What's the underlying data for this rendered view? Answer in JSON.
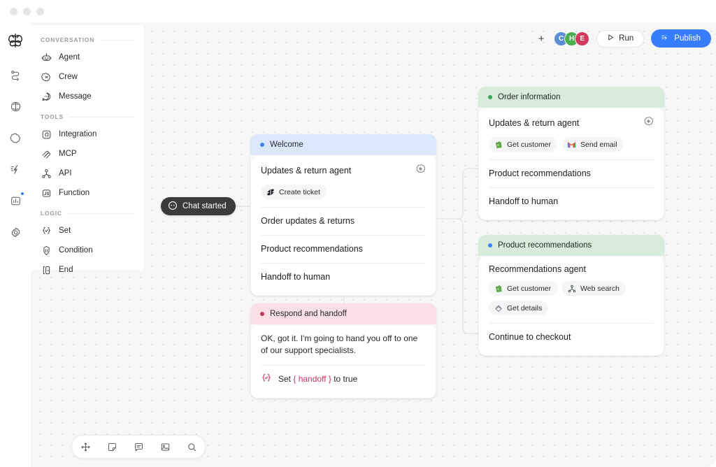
{
  "window": {
    "traffic_lights": [
      "close",
      "minimize",
      "zoom"
    ]
  },
  "rail": {
    "logo_name": "app-logo-icon",
    "items": [
      {
        "name": "flows-icon"
      },
      {
        "name": "knowledge-brain-icon"
      },
      {
        "name": "integrations-puzzle-icon"
      },
      {
        "name": "automations-bolt-icon"
      },
      {
        "name": "analytics-chart-icon",
        "badge": true
      },
      {
        "name": "settings-gear-icon"
      }
    ]
  },
  "sidebar": {
    "groups": [
      {
        "label": "CONVERSATION",
        "items": [
          {
            "label": "Agent",
            "icon": "agent-robot-icon"
          },
          {
            "label": "Crew",
            "icon": "crew-icon"
          },
          {
            "label": "Message",
            "icon": "message-bubble-icon"
          }
        ]
      },
      {
        "label": "TOOLS",
        "items": [
          {
            "label": "Integration",
            "icon": "integration-icon"
          },
          {
            "label": "MCP",
            "icon": "mcp-icon"
          },
          {
            "label": "API",
            "icon": "api-node-icon"
          },
          {
            "label": "Function",
            "icon": "function-js-icon"
          }
        ]
      },
      {
        "label": "LOGIC",
        "items": [
          {
            "label": "Set",
            "icon": "set-braces-icon"
          },
          {
            "label": "Condition",
            "icon": "condition-icon"
          },
          {
            "label": "End",
            "icon": "end-door-icon"
          }
        ]
      }
    ]
  },
  "toolbar": {
    "add_label": "+",
    "avatars": [
      {
        "initial": "C",
        "color": "#5b8fd4"
      },
      {
        "initial": "H",
        "color": "#4caf50"
      },
      {
        "initial": "E",
        "color": "#d13b5e"
      }
    ],
    "run_label": "Run",
    "publish_label": "Publish"
  },
  "canvas": {
    "start_pill": {
      "label": "Chat started",
      "icon": "chat-start-icon"
    },
    "nodes": [
      {
        "id": "welcome",
        "title": "Welcome",
        "accent": "#3b82f6",
        "header_bg": "#dbe8fb",
        "sections": [
          {
            "type": "agent",
            "title": "Updates & return agent",
            "model_icon": "openai-icon",
            "chips": [
              {
                "label": "Create ticket",
                "icon": "zendesk-icon"
              }
            ]
          },
          {
            "type": "option",
            "title": "Order updates & returns"
          },
          {
            "type": "option",
            "title": "Product recommendations"
          },
          {
            "type": "option",
            "title": "Handoff to human"
          }
        ]
      },
      {
        "id": "order-information",
        "title": "Order information",
        "accent": "#3aa55c",
        "header_bg": "#d8ecdc",
        "sections": [
          {
            "type": "agent",
            "title": "Updates & return agent",
            "model_icon": "openai-icon",
            "chips": [
              {
                "label": "Get customer",
                "icon": "shopify-icon"
              },
              {
                "label": "Send email",
                "icon": "gmail-icon"
              }
            ]
          },
          {
            "type": "option",
            "title": "Product recommendations"
          },
          {
            "type": "option",
            "title": "Handoff to human"
          }
        ]
      },
      {
        "id": "product-recommendations",
        "title": "Product recommendations",
        "accent": "#3b82f6",
        "header_bg": "#d8ecdc",
        "sections": [
          {
            "type": "agent",
            "title": "Recommendations agent",
            "chips": [
              {
                "label": "Get customer",
                "icon": "shopify-icon"
              },
              {
                "label": "Web search",
                "icon": "web-search-icon"
              },
              {
                "label": "Get details",
                "icon": "mcp-icon"
              }
            ]
          },
          {
            "type": "option",
            "title": "Continue to checkout"
          }
        ]
      },
      {
        "id": "respond-and-handoff",
        "title": "Respond and handoff",
        "accent": "#c8365c",
        "header_bg": "#fadfe6",
        "sections": [
          {
            "type": "message",
            "text": "OK, got it. I'm going to hand you off to one of our support specialists."
          },
          {
            "type": "set",
            "icon": "set-braces-icon",
            "prefix": "Set",
            "token": "{ handoff }",
            "suffix": "to true"
          }
        ]
      }
    ]
  },
  "bottombar": {
    "items": [
      {
        "name": "move-tool-icon"
      },
      {
        "name": "note-tool-icon"
      },
      {
        "name": "comment-tool-icon"
      },
      {
        "name": "image-tool-icon"
      },
      {
        "name": "search-tool-icon"
      }
    ]
  }
}
